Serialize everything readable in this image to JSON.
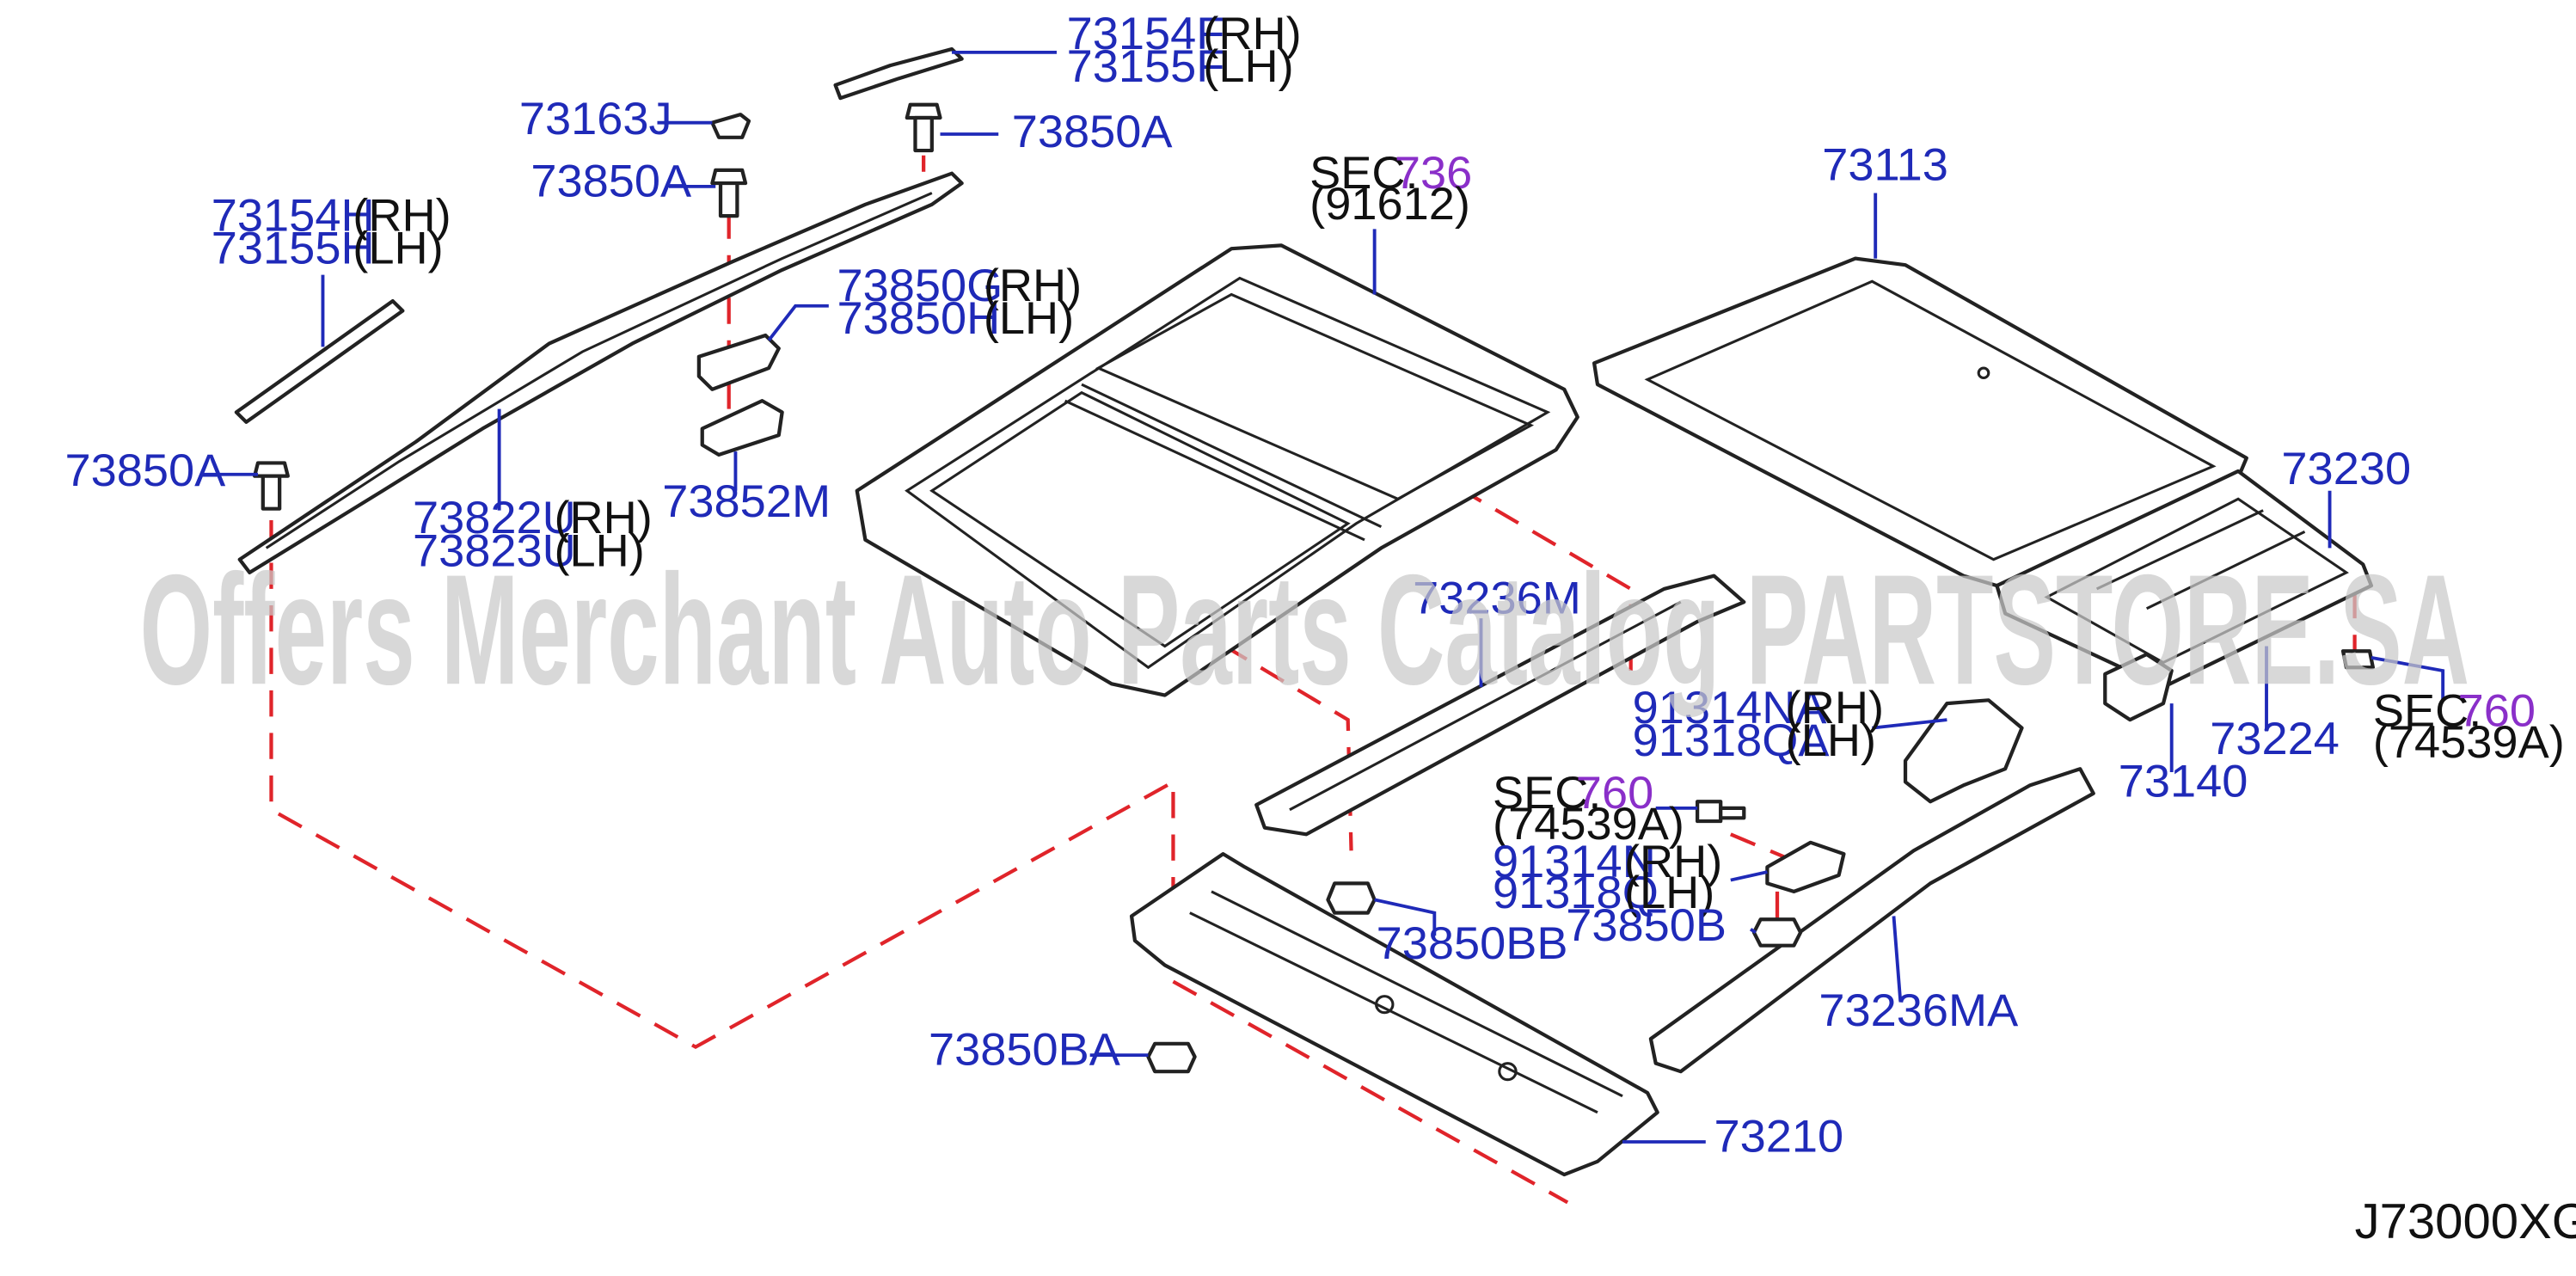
{
  "watermark": "Offers Merchant Auto Parts Catalog PARTSTORE.SA",
  "diagram_code": "J73000XG",
  "colors": {
    "part_number": "#1f2ab8",
    "section_number": "#8a2fc9",
    "dash_line": "#e0242a",
    "outline": "#222222"
  },
  "callouts": {
    "p73154F": "73154F",
    "p73155F": "73155F",
    "rh1": "(RH)",
    "lh1": "(LH)",
    "p73163J": "73163J",
    "p73850A_top": "73850A",
    "p73850A_mid": "73850A",
    "p73154H": "73154H",
    "p73155H": "73155H",
    "rh2": "(RH)",
    "lh2": "(LH)",
    "p73850G": "73850G",
    "p73850H": "73850H",
    "rh3": "(RH)",
    "lh3": "(LH)",
    "p73850A_left": "73850A",
    "p73822U": "73822U",
    "p73823U": "73823U",
    "rh4": "(RH)",
    "lh4": "(LH)",
    "p73852M": "73852M",
    "sec_a": "SEC.",
    "sec_a_num": "736",
    "sec_a_ref": "(91612)",
    "p73113": "73113",
    "p73230": "73230",
    "p73236M": "73236M",
    "p91314NA": "91314NA",
    "p91318QA": "91318QA",
    "rh5": "(RH)",
    "lh5": "(LH)",
    "sec_b": "SEC.",
    "sec_b_num": "760",
    "sec_b_ref": "(74539A)",
    "p73224": "73224",
    "p73140": "73140",
    "sec_c": "SEC.",
    "sec_c_num": "760",
    "sec_c_ref": "(74539A)",
    "p91314N": "91314N",
    "p91318Q": "91318Q",
    "rh6": "(RH)",
    "lh6": "(LH)",
    "p73850B": "73850B",
    "p73850BB": "73850BB",
    "p73236MA": "73236MA",
    "p73850BA": "73850BA",
    "p73210": "73210"
  }
}
